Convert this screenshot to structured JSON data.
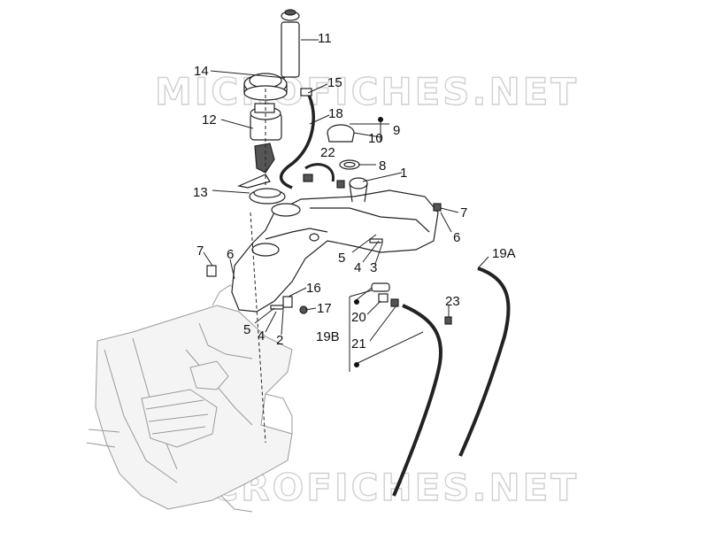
{
  "watermark": {
    "text": "MICROFICHES.NET"
  },
  "callouts": {
    "c1": "1",
    "c2": "2",
    "c3": "3",
    "c4a": "4",
    "c4b": "4",
    "c5a": "5",
    "c5b": "5",
    "c6a": "6",
    "c6b": "6",
    "c7a": "7",
    "c7b": "7",
    "c8": "8",
    "c9": "9",
    "c10": "10",
    "c11": "11",
    "c12": "12",
    "c13": "13",
    "c14": "14",
    "c15": "15",
    "c16": "16",
    "c17": "17",
    "c18": "18",
    "c19a": "19A",
    "c19b": "19B",
    "c20": "20",
    "c21": "21",
    "c22": "22",
    "c23": "23"
  }
}
